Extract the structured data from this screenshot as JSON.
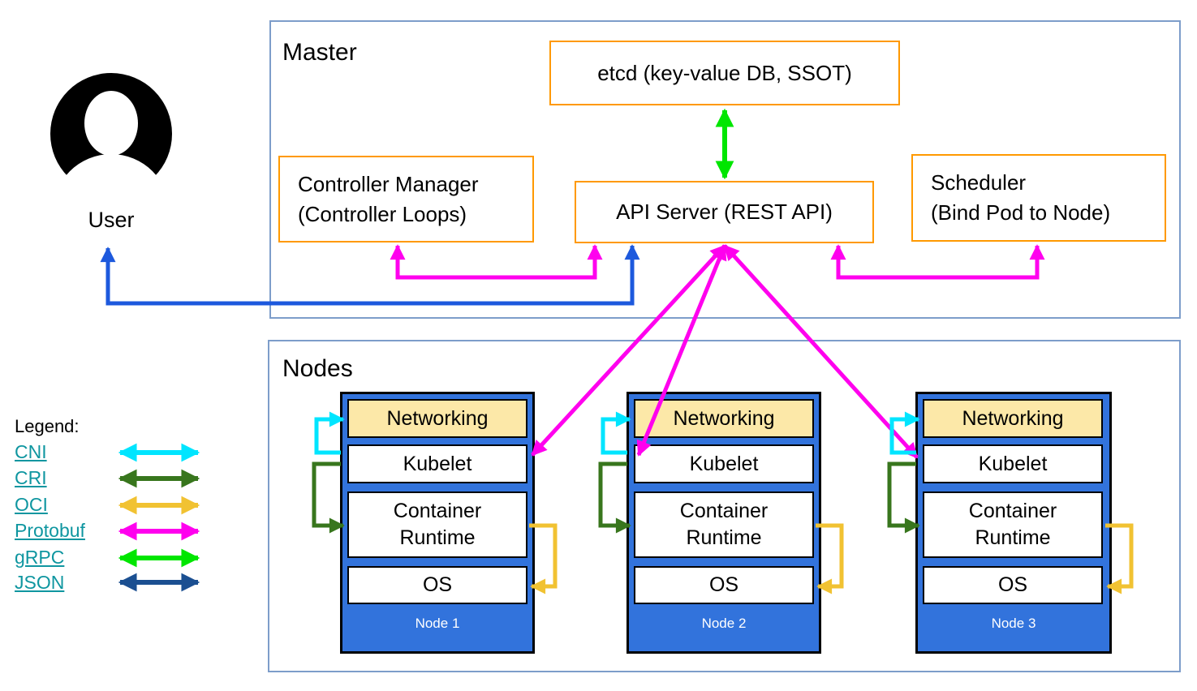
{
  "user": {
    "label": "User"
  },
  "master": {
    "label": "Master",
    "etcd_label": "etcd (key-value DB, SSOT)",
    "controller_manager_line1": "Controller Manager",
    "controller_manager_line2": "(Controller Loops)",
    "api_server_label": "API Server (REST API)",
    "scheduler_line1": "Scheduler",
    "scheduler_line2": "(Bind Pod to Node)"
  },
  "nodes_section": {
    "label": "Nodes",
    "nodes": [
      {
        "name": "Node 1",
        "layers": [
          "Networking",
          "Kubelet",
          "Container Runtime",
          "OS"
        ]
      },
      {
        "name": "Node 2",
        "layers": [
          "Networking",
          "Kubelet",
          "Container Runtime",
          "OS"
        ]
      },
      {
        "name": "Node 3",
        "layers": [
          "Networking",
          "Kubelet",
          "Container Runtime",
          "OS"
        ]
      }
    ]
  },
  "legend": {
    "title": "Legend:",
    "items": [
      {
        "label": "CNI",
        "color": "#00e5ff"
      },
      {
        "label": "CRI",
        "color": "#38761d"
      },
      {
        "label": "OCI",
        "color": "#f1c232"
      },
      {
        "label": "Protobuf",
        "color": "#ff00ee"
      },
      {
        "label": "gRPC",
        "color": "#00e600"
      },
      {
        "label": "JSON",
        "color": "#1b4f91"
      }
    ]
  },
  "colors": {
    "cni": "#00e5ff",
    "cri": "#38761d",
    "oci": "#f1c232",
    "protobuf": "#ff00ee",
    "grpc": "#00e600",
    "json_legend": "#1b4f91",
    "user_json_line": "#1d59dd",
    "box_border_orange": "#ff9900",
    "section_border_blue": "#7d9dca",
    "node_fill_blue": "#3273dc",
    "networking_fill": "#fce8a8",
    "legend_link": "#0f96a0",
    "user_icon": "#000000"
  }
}
